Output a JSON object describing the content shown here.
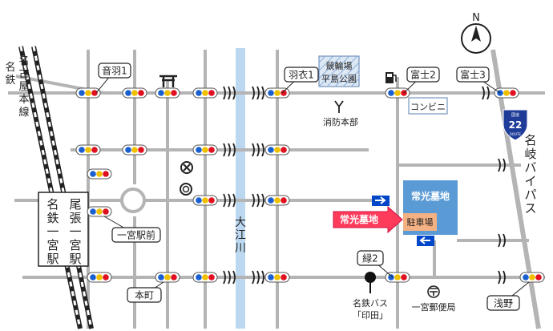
{
  "north_label": "N",
  "route": {
    "number": "22",
    "top_text": "国道",
    "bottom_text": "ROUTE"
  },
  "railway": {
    "meitetsu_line": "名鉄名古屋本線",
    "stations": "尾張一宮駅 名鉄一宮駅"
  },
  "roads": {
    "bypass": "名岐バイパス"
  },
  "river": {
    "name": "大江川"
  },
  "intersections": {
    "otowa1": "音羽1",
    "hagoromo1": "羽衣1",
    "fuji2": "富士2",
    "fuji3": "富士3",
    "ichinomiya_ekimae": "一宮駅前",
    "honmachi": "本町",
    "midori2": "緑2",
    "asano": "浅野"
  },
  "landmarks": {
    "park": "競輪場平島公園",
    "fire_dept": "消防本部",
    "convenience_store": "コンビニ",
    "bus_stop": "名鉄バス「印田」",
    "post_office": "一宮郵便局"
  },
  "destination": {
    "name": "常光墓地",
    "callout": "常光墓地",
    "parking": "駐車場"
  },
  "colors": {
    "road": "#b4b4b4",
    "river": "#bcd8f0",
    "cemetery": "#5b9bd5",
    "parking": "#f4b183",
    "callout": "#ff3b5c",
    "route_shield": "#1f3c99",
    "arrow": "#0046c8"
  },
  "icons": {
    "torii": "torii-icon",
    "school": "school-icon",
    "police": "police-icon",
    "fire": "fire-dept-icon",
    "gas": "gas-station-icon",
    "post": "post-office-icon",
    "bus": "bus-stop-icon",
    "north": "north-arrow-icon"
  }
}
